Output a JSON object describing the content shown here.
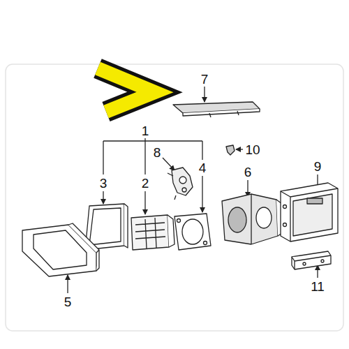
{
  "diagram": {
    "labels": [
      "7",
      "1",
      "8",
      "10",
      "3",
      "2",
      "4",
      "6",
      "9",
      "5",
      "11"
    ]
  }
}
